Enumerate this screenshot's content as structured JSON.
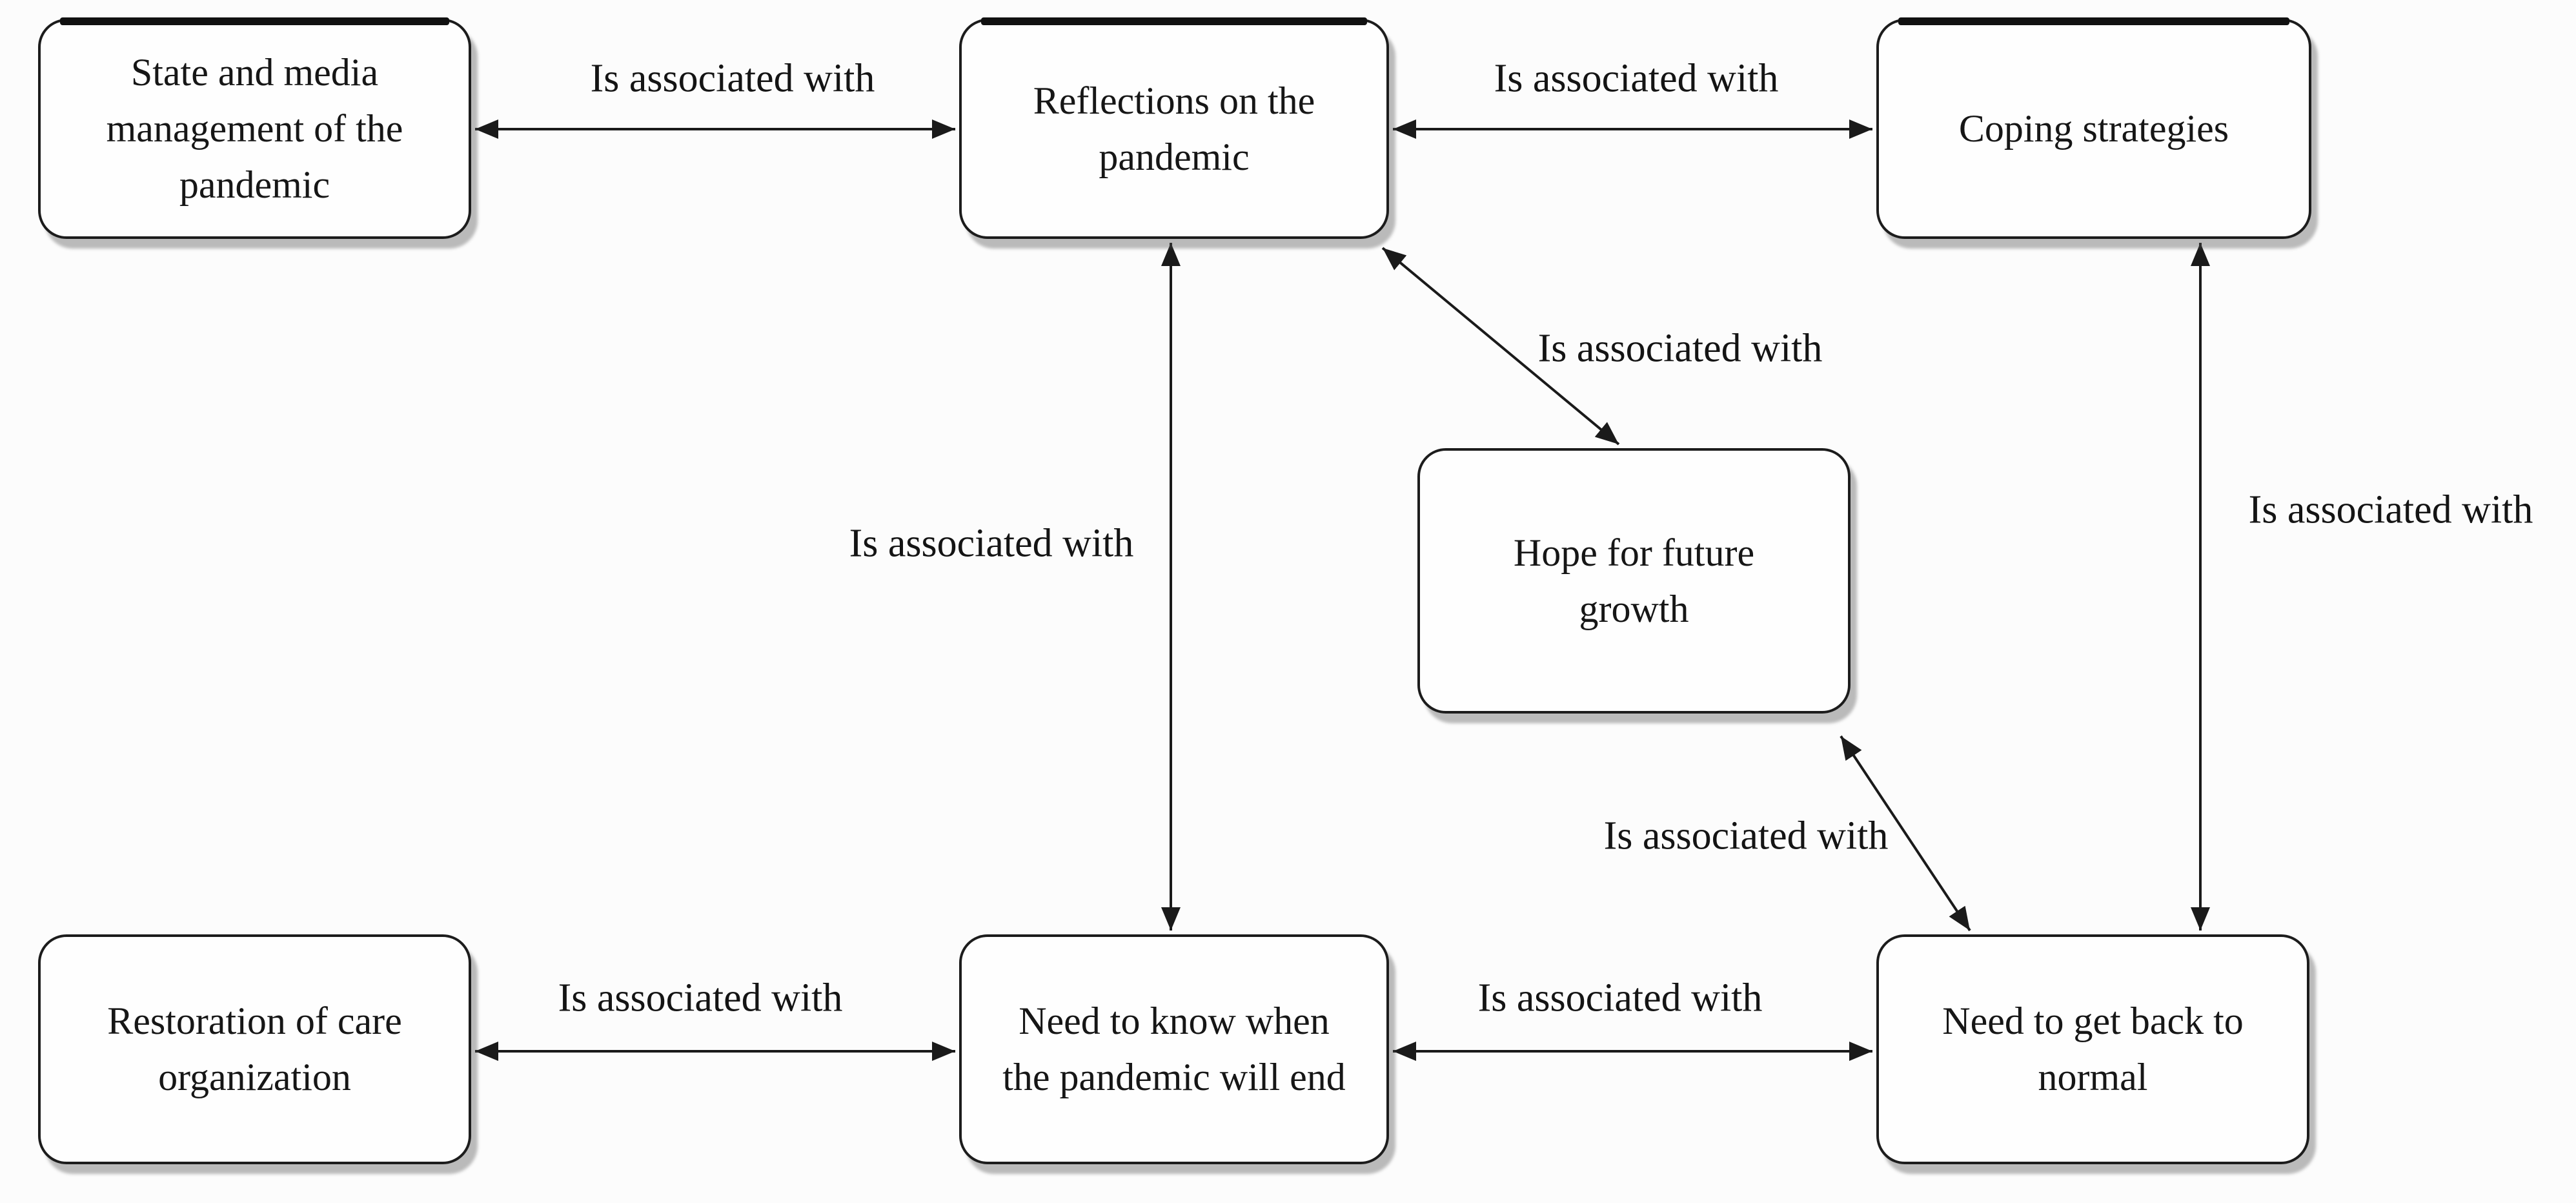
{
  "diagram": {
    "type": "concept-map",
    "nodes": [
      {
        "id": "state-media",
        "label": "State and media\nmanagement of the\npandemic"
      },
      {
        "id": "reflections",
        "label": "Reflections on the\npandemic"
      },
      {
        "id": "coping",
        "label": "Coping strategies"
      },
      {
        "id": "hope",
        "label": "Hope for future\ngrowth"
      },
      {
        "id": "restoration",
        "label": "Restoration of care\norganization"
      },
      {
        "id": "need-know",
        "label": "Need to know when\nthe pandemic will end"
      },
      {
        "id": "need-back",
        "label": "Need to get back to\nnormal"
      }
    ],
    "edges": [
      {
        "from": "state-media",
        "to": "reflections",
        "label": "Is associated with",
        "direction": "bidirectional"
      },
      {
        "from": "reflections",
        "to": "coping",
        "label": "Is associated with",
        "direction": "bidirectional"
      },
      {
        "from": "reflections",
        "to": "hope",
        "label": "Is associated with",
        "direction": "bidirectional"
      },
      {
        "from": "reflections",
        "to": "need-know",
        "label": "Is associated with",
        "direction": "bidirectional"
      },
      {
        "from": "coping",
        "to": "need-back",
        "label": "Is associated with",
        "direction": "bidirectional"
      },
      {
        "from": "hope",
        "to": "need-back",
        "label": "Is associated with",
        "direction": "bidirectional"
      },
      {
        "from": "restoration",
        "to": "need-know",
        "label": "Is associated with",
        "direction": "bidirectional"
      },
      {
        "from": "need-know",
        "to": "need-back",
        "label": "Is associated with",
        "direction": "bidirectional"
      }
    ],
    "colors": {
      "background": "#fcfcfc",
      "box_fill": "#fefefe",
      "line": "#1a1a1a",
      "text": "#161616",
      "shadow": "#7a7a7a"
    }
  }
}
